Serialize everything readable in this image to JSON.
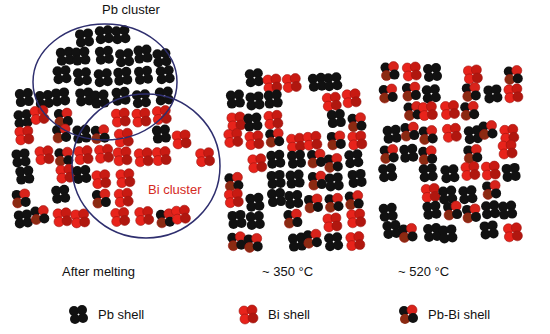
{
  "diagram": {
    "nodes": [
      {
        "text": [
          "Pb cluster"
        ]
      },
      {
        "text": [
          "Bi cluster"
        ]
      }
    ],
    "labels": [
      "After melting",
      "~ 350 °C",
      "~ 520 °C"
    ],
    "legend": [
      {
        "text": "Pb shell"
      },
      {
        "text": "Bi shell"
      },
      {
        "text": "Pb-Bi shell"
      }
    ]
  }
}
